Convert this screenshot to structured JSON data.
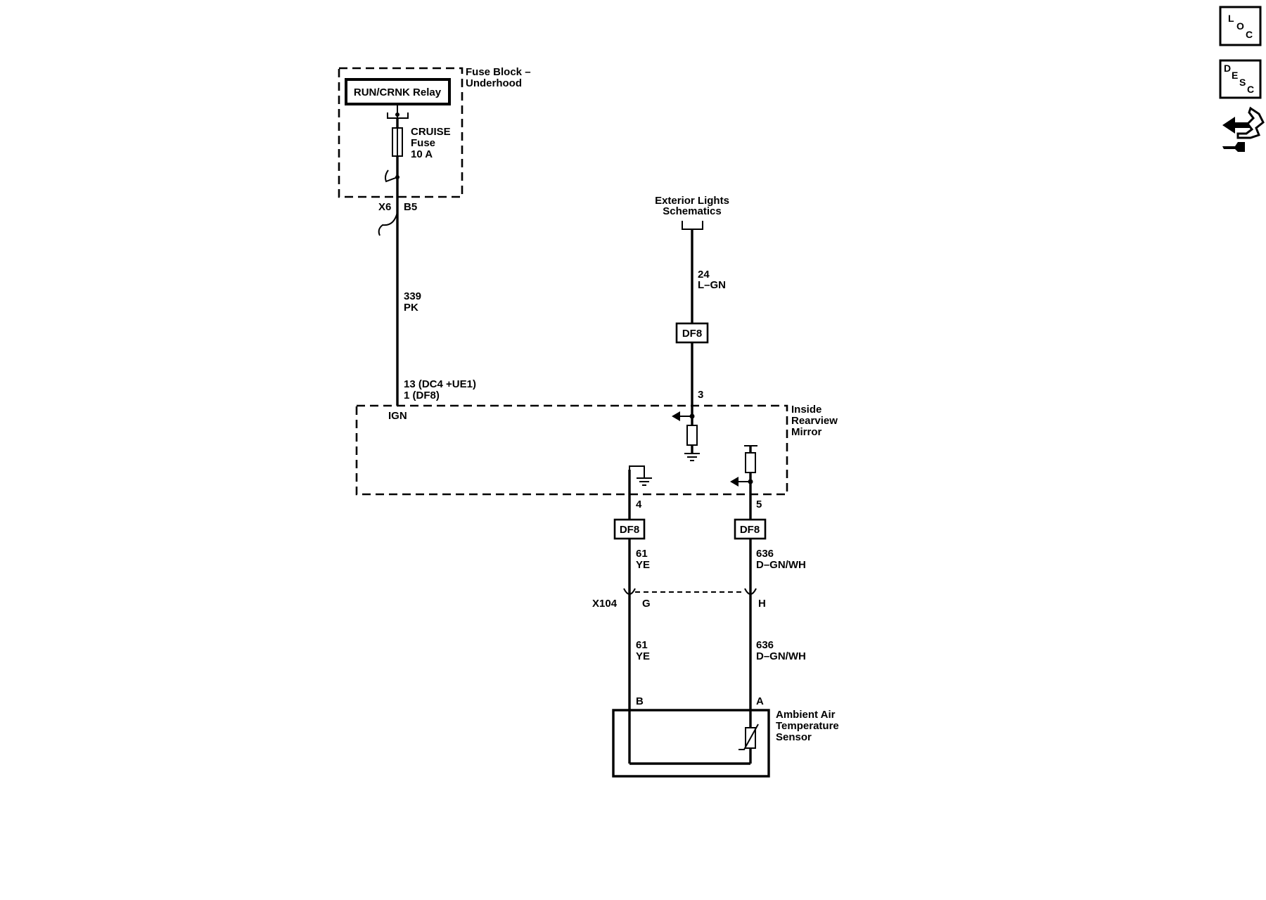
{
  "fuse_block": {
    "label_1": "Fuse Block –",
    "label_2": "Underhood"
  },
  "relay": {
    "label": "RUN/CRNK Relay"
  },
  "fuse": {
    "line_1": "CRUISE",
    "line_2": "Fuse",
    "line_3": "10 A"
  },
  "connector_x6": {
    "name": "X6",
    "pin": "B5"
  },
  "wire_339": {
    "circuit": "339",
    "color": "PK"
  },
  "ign_pins": {
    "line_1": "13 (DC4 +UE1)",
    "line_2": "1 (DF8)"
  },
  "mirror": {
    "ign": "IGN",
    "label_1": "Inside",
    "label_2": "Rearview",
    "label_3": "Mirror",
    "pin_top": "3",
    "pin_ground": "4",
    "pin_signal": "5"
  },
  "exterior_lights": {
    "line_1": "Exterior Lights",
    "line_2": "Schematics"
  },
  "wire_24": {
    "circuit": "24",
    "color": "L–GN"
  },
  "inline_connector": "DF8",
  "wire_61": {
    "circuit": "61",
    "color": "YE"
  },
  "wire_636": {
    "circuit": "636",
    "color": "D–GN/WH"
  },
  "connector_x104": {
    "name": "X104",
    "pin_g": "G",
    "pin_h": "H"
  },
  "sensor": {
    "pin_b": "B",
    "pin_a": "A",
    "label_1": "Ambient Air",
    "label_2": "Temperature",
    "label_3": "Sensor"
  },
  "side_icons": {
    "loc": {
      "l": "L",
      "o": "O",
      "c": "C"
    },
    "desc": {
      "d": "D",
      "e": "E",
      "s": "S",
      "c": "C"
    },
    "tool_icon": "connector-repair-icon"
  }
}
